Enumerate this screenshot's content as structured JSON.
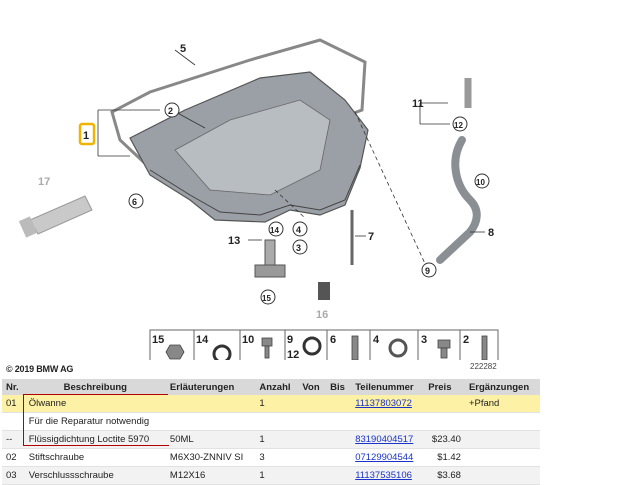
{
  "diagram": {
    "callouts": [
      "1",
      "2",
      "3",
      "4",
      "5",
      "6",
      "7",
      "8",
      "9",
      "10",
      "11",
      "12",
      "13",
      "14",
      "15",
      "16",
      "17"
    ],
    "strip_labels": [
      "15",
      "14",
      "10",
      "9",
      "12",
      "6",
      "4",
      "3",
      "2"
    ],
    "ref_number": "222282",
    "copyright": "© 2019 BMW AG"
  },
  "table": {
    "headers": [
      "Nr.",
      "Beschreibung",
      "Erläuterungen",
      "Anzahl",
      "Von",
      "Bis",
      "Teilenummer",
      "Preis",
      "Ergänzungen"
    ],
    "rows": [
      {
        "nr": "01",
        "desc": "Ölwanne",
        "expl": "",
        "qty": "1",
        "von": "",
        "bis": "",
        "part": "11137803072",
        "price": "",
        "extra": "+Pfand"
      },
      {
        "nr": "",
        "desc": "Für die Reparatur notwendig",
        "expl": "",
        "qty": "",
        "von": "",
        "bis": "",
        "part": "",
        "price": "",
        "extra": ""
      },
      {
        "nr": "--",
        "desc": "Flüssigdichtung Loctite 5970",
        "expl": "50ML",
        "qty": "1",
        "von": "",
        "bis": "",
        "part": "83190404517",
        "price": "$23.40",
        "extra": ""
      },
      {
        "nr": "02",
        "desc": "Stiftschraube",
        "expl": "M6X30-ZNNIV SI",
        "qty": "3",
        "von": "",
        "bis": "",
        "part": "07129904544",
        "price": "$1.42",
        "extra": ""
      },
      {
        "nr": "03",
        "desc": "Verschlussschraube",
        "expl": "M12X16",
        "qty": "1",
        "von": "",
        "bis": "",
        "part": "11137535106",
        "price": "$3.68",
        "extra": ""
      }
    ]
  }
}
